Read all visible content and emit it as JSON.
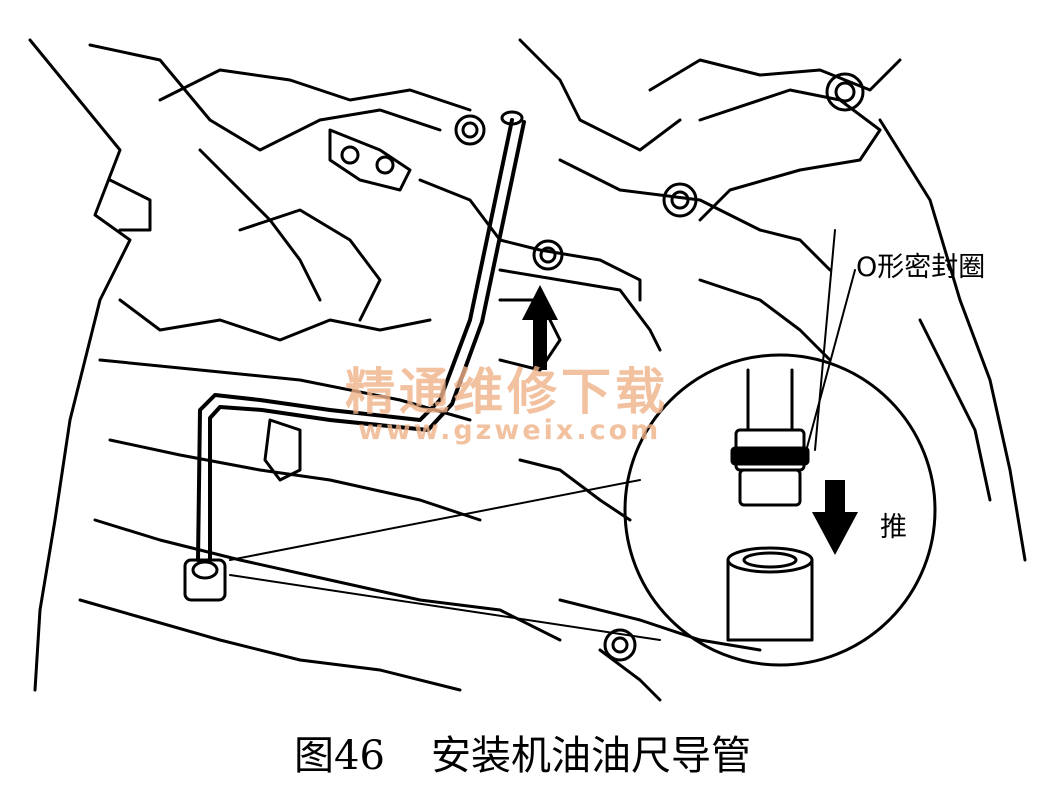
{
  "labels": {
    "oring": "O形密封圈",
    "push": "推"
  },
  "watermark": {
    "text_cn": "精通维修下载",
    "url": "www.gzweix.com",
    "color": "#f0b288"
  },
  "caption": {
    "number": "图46",
    "title": "安装机油油尺导管"
  },
  "icons": [
    "arrow-up-icon",
    "arrow-down-icon"
  ]
}
